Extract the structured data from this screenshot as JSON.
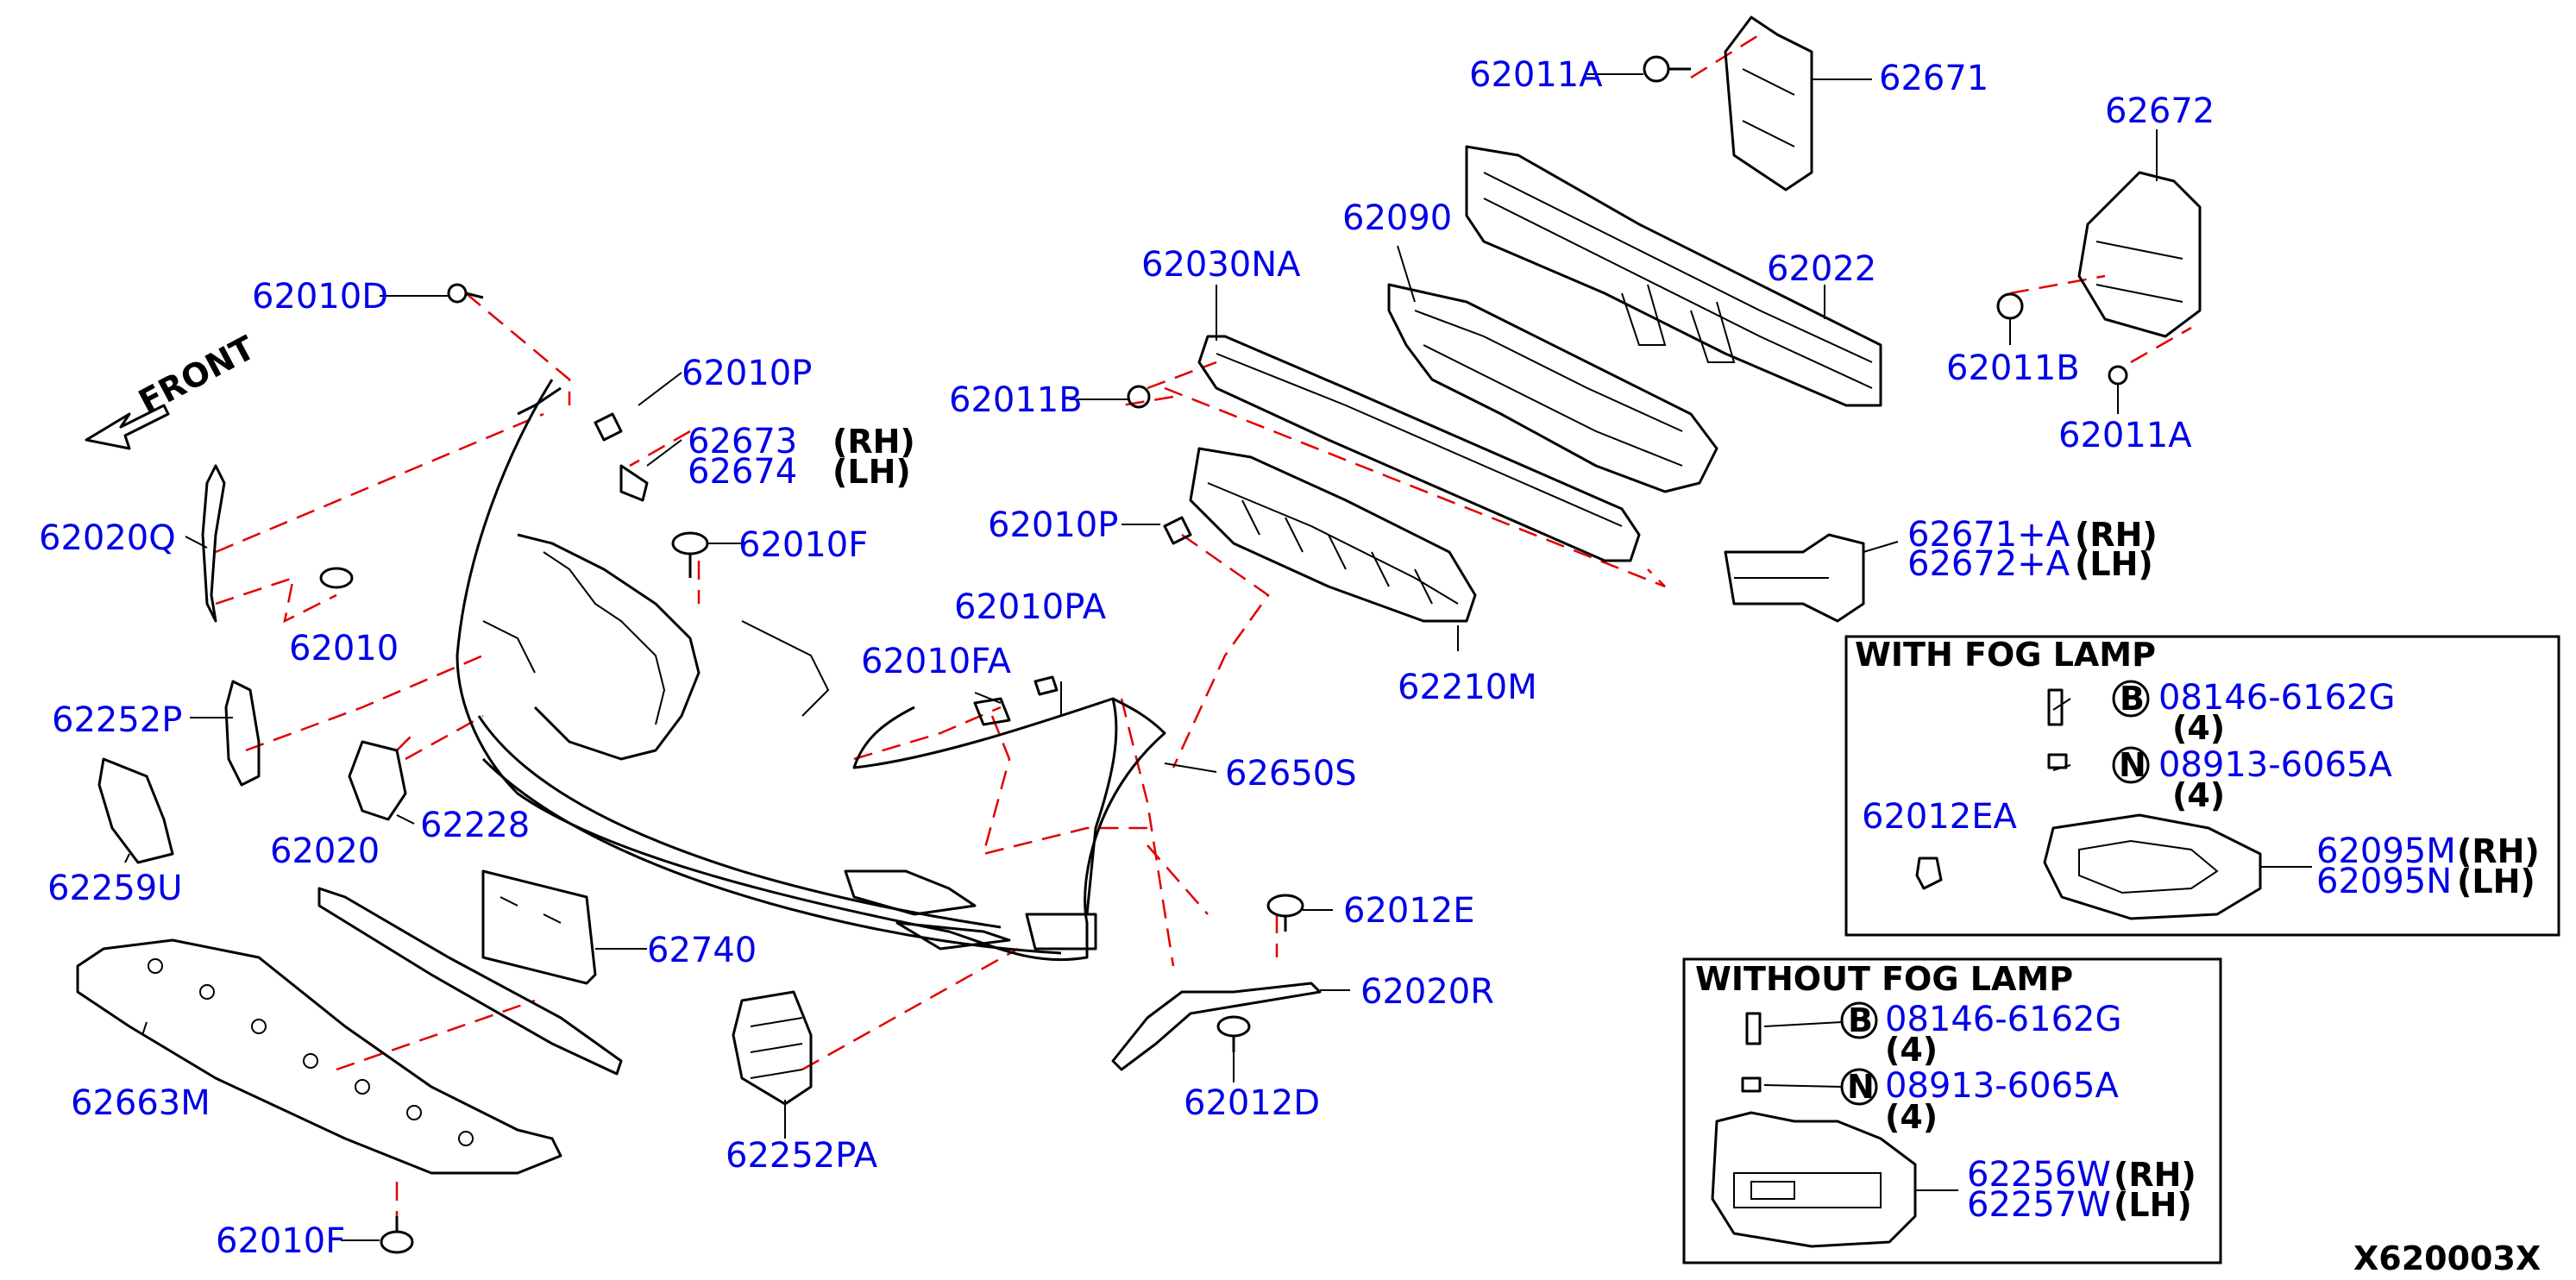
{
  "colors": {
    "label": "#0000e6",
    "line": "#000000",
    "dash": "#e00000",
    "bg": "#ffffff"
  },
  "front_label": "FRONT",
  "diagram_code": "X620003X",
  "labels": {
    "p62011A_top": "62011A",
    "p62671": "62671",
    "p62672": "62672",
    "p62090": "62090",
    "p62022": "62022",
    "p62030NA": "62030NA",
    "p62010D": "62010D",
    "p62011B_left": "62011B",
    "p62011B_right": "62011B",
    "p62011A_right": "62011A",
    "p62010P_top": "62010P",
    "p62673": "62673",
    "p62674": "62674",
    "p62020Q": "62020Q",
    "p62010F_top": "62010F",
    "p62010P_mid": "62010P",
    "p62671A": "62671+A",
    "p62672A": "62672+A",
    "p62010PA": "62010PA",
    "p62010FA": "62010FA",
    "p62210M": "62210M",
    "p62252P": "62252P",
    "p62650S": "62650S",
    "p62228": "62228",
    "p62259U": "62259U",
    "p62020": "62020",
    "p62012E": "62012E",
    "p62740": "62740",
    "p62020R": "62020R",
    "p62663M": "62663M",
    "p62252PA": "62252PA",
    "p62012D": "62012D",
    "p62010F_bottom": "62010F",
    "p62012EA": "62012EA",
    "p62095M": "62095M",
    "p62095N": "62095N",
    "p62256W": "62256W",
    "p62257W": "62257W",
    "p62010_partial": "62010"
  },
  "side": {
    "rh": "(RH)",
    "lh": "(LH)"
  },
  "with_fog": {
    "title": "WITH FOG LAMP",
    "bolt_circle": "B",
    "bolt_part": "08146-6162G",
    "nut_circle": "N",
    "nut_part": "08913-6065A",
    "qty": "(4)"
  },
  "without_fog": {
    "title": "WITHOUT FOG LAMP",
    "bolt_circle": "B",
    "bolt_part": "08146-6162G",
    "nut_circle": "N",
    "nut_part": "08913-6065A",
    "qty": "(4)"
  }
}
